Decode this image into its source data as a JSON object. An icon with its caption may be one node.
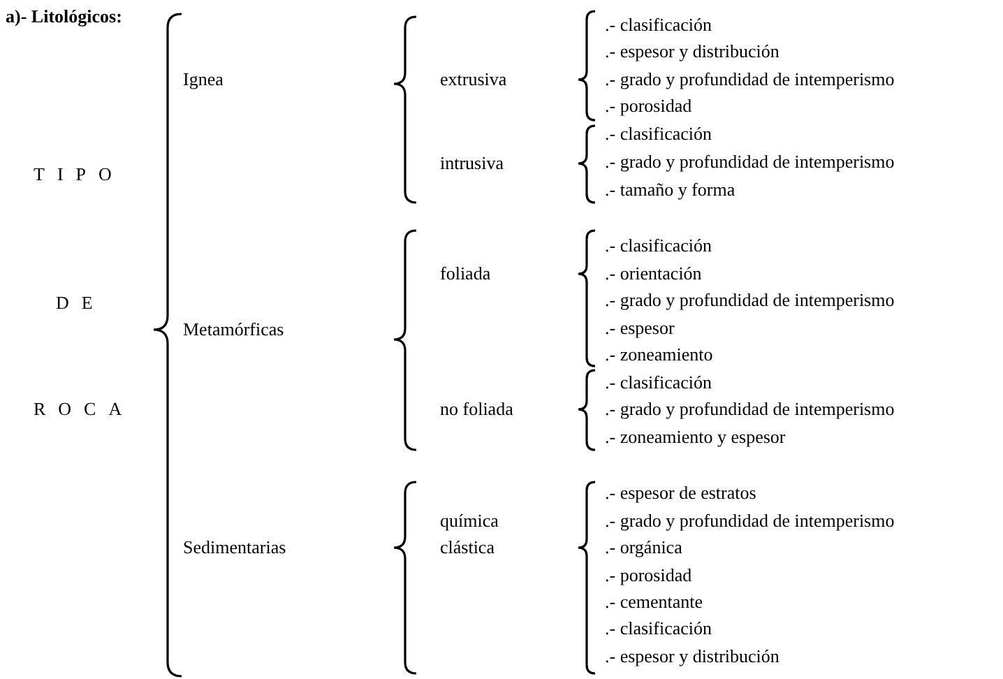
{
  "diagram": {
    "labels": [
      "a)- Litológicos:",
      "TIPO",
      "DE",
      "ROCA",
      "Ignea",
      "Metamórficas",
      "Sedimentarias",
      "extrusiva",
      "intrusiva",
      "foliada",
      "no foliada",
      "química",
      "clástica",
      ".- clasificación",
      ".- espesor y distribución",
      ".- grado y profundidad de intemperismo",
      ".- porosidad",
      ".- clasificación",
      ".- grado y profundidad de intemperismo",
      ".- tamaño y forma",
      ".- clasificación",
      ".- orientación",
      ".- grado y profundidad de intemperismo",
      ".- espesor",
      ".- zoneamiento",
      ".- clasificación",
      ".- grado y profundidad de intemperismo",
      ".- zoneamiento y espesor",
      ".- espesor de estratos",
      ".- grado y profundidad de intemperismo",
      ".- orgánica",
      ".- porosidad",
      ".- cementante",
      ".- clasificación",
      ".- espesor y distribución"
    ]
  }
}
